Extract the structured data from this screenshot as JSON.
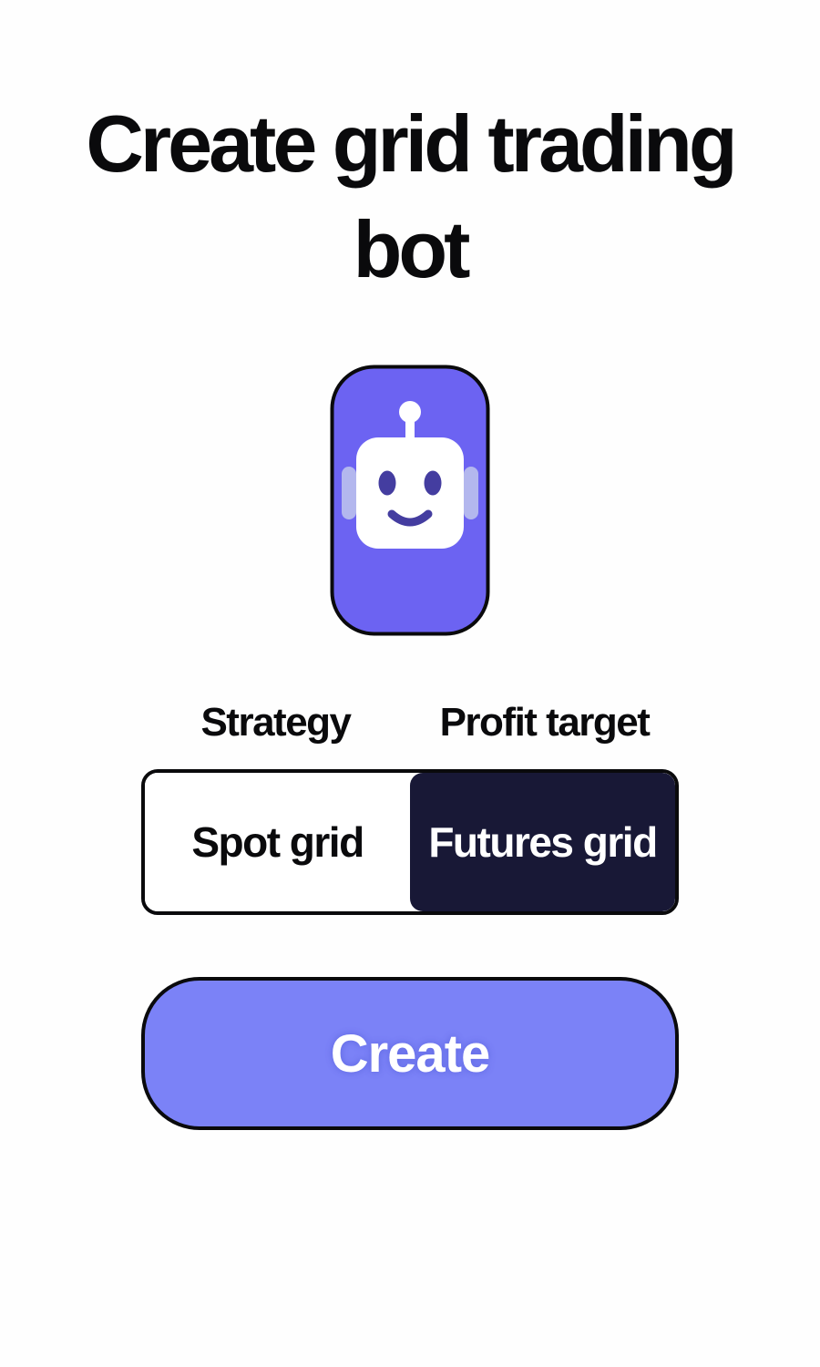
{
  "header": {
    "title": "Create grid trading bot"
  },
  "robot_icon": {
    "name": "robot-icon",
    "tile_color": "#6c63f2",
    "face_color": "#ffffff",
    "ear_color": "#b3b7ee",
    "eye_color": "#443da0"
  },
  "form": {
    "strategy_label": "Strategy",
    "profit_target_label": "Profit target",
    "segments": [
      {
        "label": "Spot grid",
        "selected": false
      },
      {
        "label": "Futures grid",
        "selected": true
      }
    ],
    "create_label": "Create"
  },
  "colors": {
    "background": "#fefefe",
    "text": "#0a0a0c",
    "selected_segment_navy": "#181836",
    "create_button_purple": "#7b82f7",
    "border_black": "#0a0a0c"
  }
}
